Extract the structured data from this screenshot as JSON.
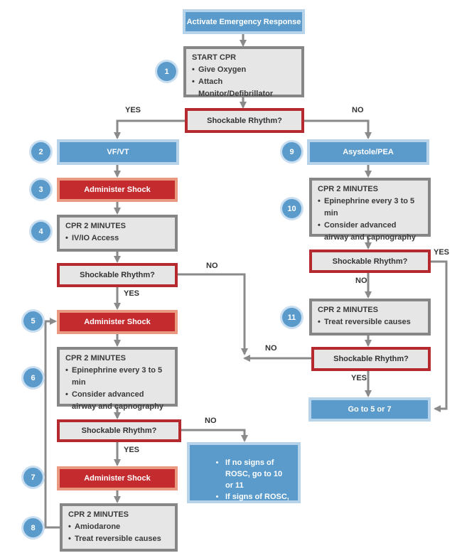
{
  "nodes": {
    "activate": "Activate Emergency Response",
    "start_cpr": {
      "title": "START CPR",
      "items": [
        "Give Oxygen",
        "Attach Monitor/Defibrillator"
      ]
    },
    "q1": "Shockable Rhythm?",
    "vfvt": "VF/VT",
    "asystole": "Asystole/PEA",
    "shock1": "Administer Shock",
    "cpr4": {
      "title": "CPR 2 MINUTES",
      "items": [
        "IV/IO Access"
      ]
    },
    "q2": "Shockable Rhythm?",
    "shock2": "Administer Shock",
    "cpr6": {
      "title": "CPR 2 MINUTES",
      "items": [
        "Epinephrine every 3 to 5 min",
        "Consider advanced airway and capnography"
      ]
    },
    "q3": "Shockable Rhythm?",
    "shock3": "Administer Shock",
    "cpr8": {
      "title": "CPR 2 MINUTES",
      "items": [
        "Amiodarone",
        "Treat reversible causes"
      ]
    },
    "cpr10": {
      "title": "CPR 2 MINUTES",
      "items": [
        "Epinephrine every 3 to 5 min",
        "Consider advanced airway and capnography"
      ]
    },
    "q4": "Shockable Rhythm?",
    "cpr11": {
      "title": "CPR 2 MINUTES",
      "items": [
        "Treat reversible causes"
      ]
    },
    "q5": "Shockable Rhythm?",
    "goto": "Go to 5 or 7",
    "rosc": {
      "items": [
        "If no signs of ROSC, go to 10 or 11",
        "If signs of ROSC, go to Post-Cardiac Arrest Care"
      ]
    }
  },
  "step_numbers": [
    "1",
    "2",
    "3",
    "4",
    "5",
    "6",
    "7",
    "8",
    "9",
    "10",
    "11"
  ],
  "edge_labels": {
    "yes": "YES",
    "no": "NO"
  },
  "colors": {
    "blue": "#5a9bcc",
    "red": "#c42b2e",
    "grey": "#e6e6e6",
    "arrow": "#8a8a8a",
    "question_border": "#b52a2f"
  }
}
